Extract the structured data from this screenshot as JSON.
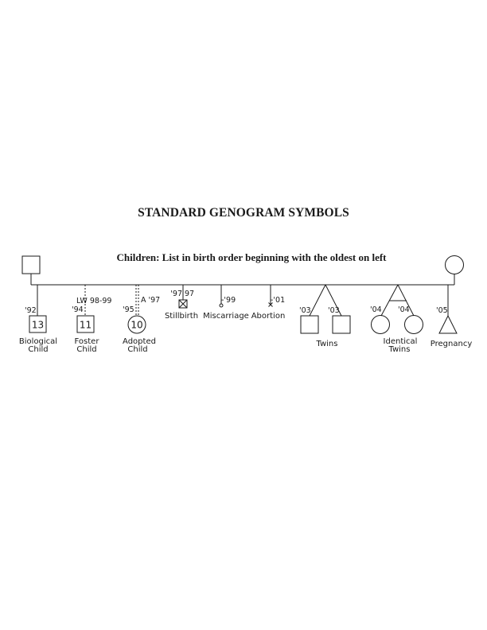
{
  "title": "STANDARD GENOGRAM SYMBOLS",
  "subtitle": "Children: List in birth order beginning with the oldest on left",
  "children": [
    {
      "symbol": "biological",
      "year": "'92",
      "number": "13",
      "label_lines": [
        "Biological",
        "Child"
      ]
    },
    {
      "symbol": "foster",
      "year": "'94",
      "number": "11",
      "line_note": "LW 98-99",
      "label_lines": [
        "Foster",
        "Child"
      ]
    },
    {
      "symbol": "adopted",
      "year": "'95",
      "number": "10",
      "line_note": "A '97",
      "label_lines": [
        "Adopted",
        "Child"
      ]
    },
    {
      "symbol": "stillbirth",
      "year": "'97",
      "year2": "97",
      "label_lines": [
        "Stillbirth"
      ]
    },
    {
      "symbol": "miscarriage",
      "year": "-'99",
      "label_lines": [
        "Miscarriage"
      ]
    },
    {
      "symbol": "abortion",
      "year": "-'01",
      "label_lines": [
        "Abortion"
      ]
    },
    {
      "symbol": "twins",
      "years": [
        "'03",
        "'03"
      ],
      "label_lines": [
        "Twins"
      ]
    },
    {
      "symbol": "identical-twins",
      "years": [
        "'04",
        "'04"
      ],
      "label_lines": [
        "Identical",
        "Twins"
      ]
    },
    {
      "symbol": "pregnancy",
      "year": "'05",
      "label_lines": [
        "Pregnancy"
      ]
    }
  ]
}
